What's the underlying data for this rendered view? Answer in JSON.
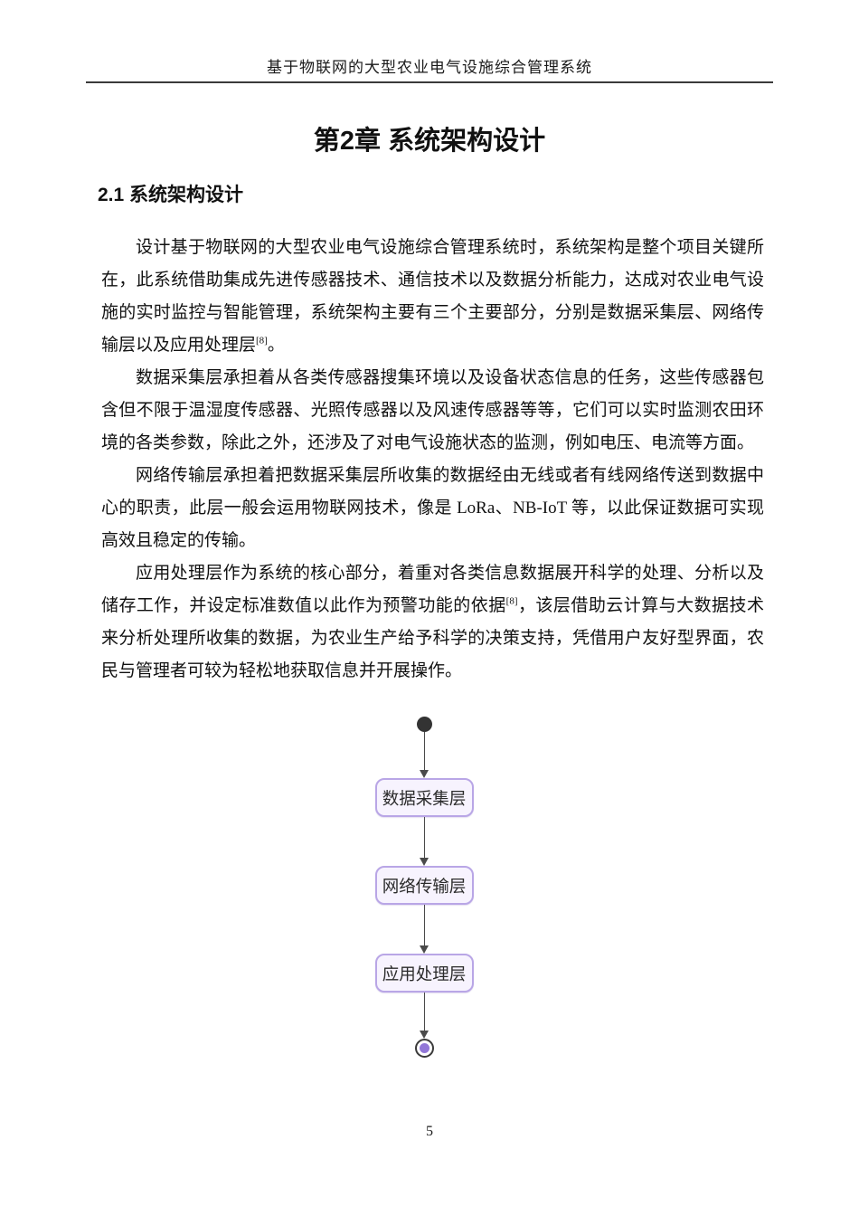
{
  "header": {
    "title": "基于物联网的大型农业电气设施综合管理系统"
  },
  "chapter": {
    "title": "第2章 系统架构设计"
  },
  "section": {
    "title": "2.1 系统架构设计"
  },
  "paragraphs": {
    "p1": {
      "text_before_ref": "设计基于物联网的大型农业电气设施综合管理系统时，系统架构是整个项目关键所在，此系统借助集成先进传感器技术、通信技术以及数据分析能力，达成对农业电气设施的实时监控与智能管理，系统架构主要有三个主要部分，分别是数据采集层、网络传输层以及应用处理层",
      "ref": "[8]",
      "text_after_ref": "。"
    },
    "p2": {
      "text": "数据采集层承担着从各类传感器搜集环境以及设备状态信息的任务，这些传感器包含但不限于温湿度传感器、光照传感器以及风速传感器等等，它们可以实时监测农田环境的各类参数，除此之外，还涉及了对电气设施状态的监测，例如电压、电流等方面。"
    },
    "p3": {
      "text": "网络传输层承担着把数据采集层所收集的数据经由无线或者有线网络传送到数据中心的职责，此层一般会运用物联网技术，像是 LoRa、NB-IoT 等，以此保证数据可实现高效且稳定的传输。"
    },
    "p4": {
      "text_before_ref": "应用处理层作为系统的核心部分，着重对各类信息数据展开科学的处理、分析以及储存工作，并设定标准数值以此作为预警功能的依据",
      "ref": "[8]",
      "text_after_ref": "，该层借助云计算与大数据技术来分析处理所收集的数据，为农业生产给予科学的决策支持，凭借用户友好型界面，农民与管理者可较为轻松地获取信息并开展操作。"
    }
  },
  "diagram": {
    "type": "activity-flowchart",
    "flow": [
      "start",
      "数据采集层",
      "网络传输层",
      "应用处理层",
      "end"
    ],
    "layers": [
      {
        "label": "数据采集层"
      },
      {
        "label": "网络传输层"
      },
      {
        "label": "应用处理层"
      }
    ],
    "colors": {
      "box_fill": "#f7f3fe",
      "box_border": "#b9a6e6",
      "arrow": "#4a4a4a",
      "start_node": "#333333",
      "end_node_ring": "#3a3a3a",
      "end_node_inner": "#9277d8"
    }
  },
  "footer": {
    "page_number": "5"
  }
}
